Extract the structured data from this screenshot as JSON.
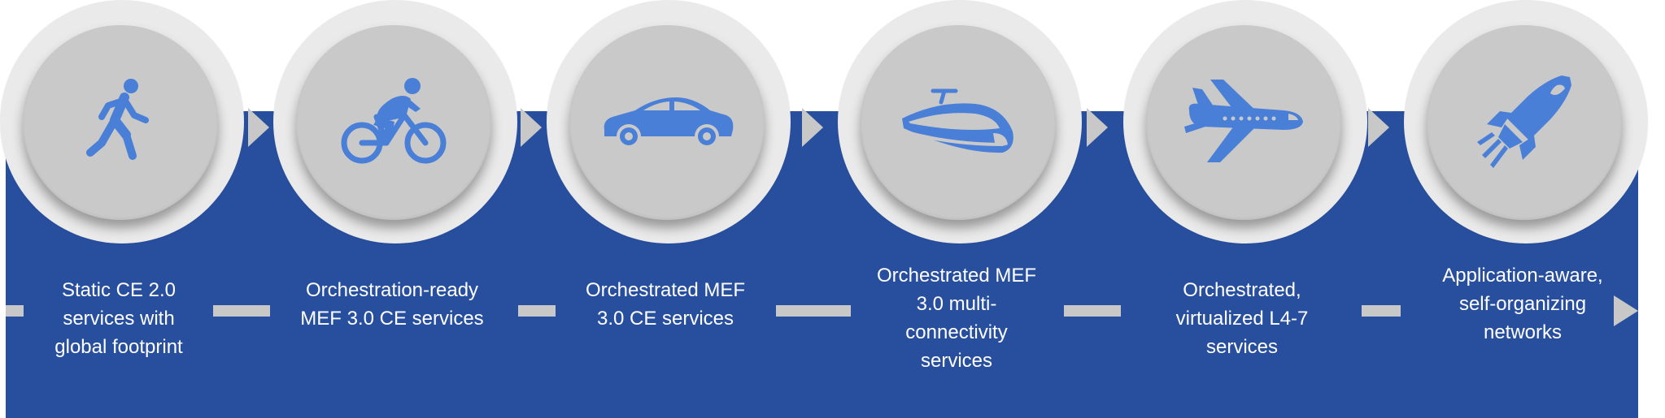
{
  "colors": {
    "band": "#284f9e",
    "icon": "#4a7fd8",
    "ring": "#eaeaeb",
    "disc": "#c9c9c9",
    "connector": "#c8c8c8",
    "caption": "#ffffff"
  },
  "stages": [
    {
      "icon": "walking-person-icon",
      "caption": "Static CE 2.0\nservices with\nglobal footprint"
    },
    {
      "icon": "cyclist-icon",
      "caption": "Orchestration-ready\nMEF 3.0 CE services"
    },
    {
      "icon": "car-icon",
      "caption": "Orchestrated MEF\n3.0 CE services"
    },
    {
      "icon": "high-speed-train-icon",
      "caption": "Orchestrated MEF\n3.0 multi-\nconnectivity\nservices"
    },
    {
      "icon": "airplane-icon",
      "caption": "Orchestrated,\nvirtualized L4-7\nservices"
    },
    {
      "icon": "rocket-icon",
      "caption": "Application-aware,\nself-organizing\nnetworks"
    }
  ]
}
